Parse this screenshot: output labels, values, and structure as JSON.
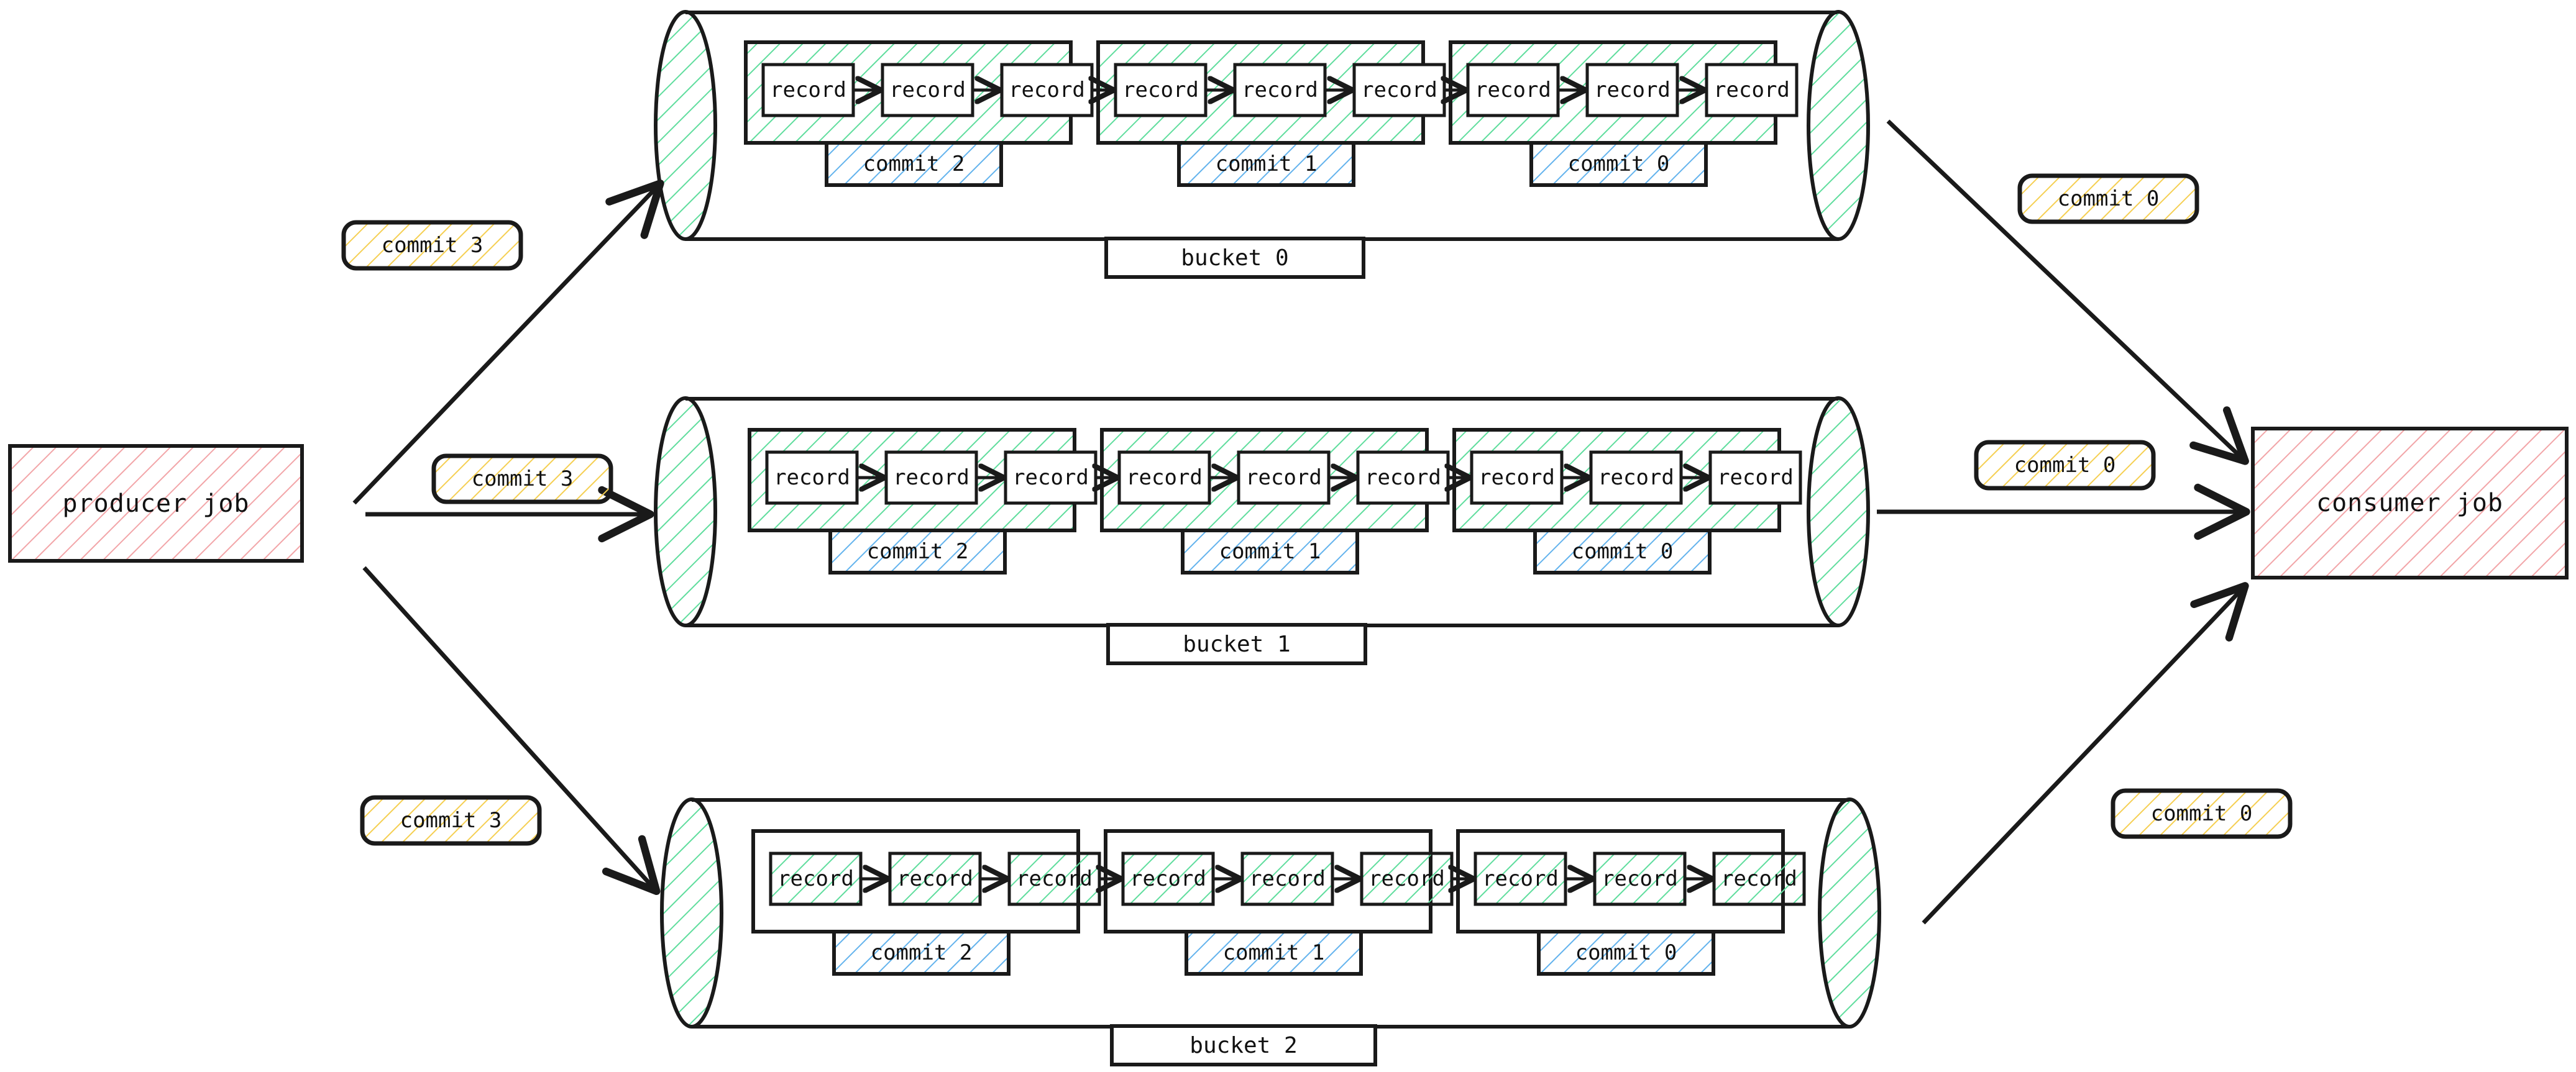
{
  "diagram": {
    "title": "producer job writes commits into buckets consumed by consumer job",
    "colors": {
      "stroke": "#1a1a1a",
      "job_hatch": "#f2a5a8",
      "commit_group_hatch": "#5fdd9d",
      "record_hatch": "#5fdd9d",
      "commit_label_hatch": "#63b3ed",
      "edge_label_hatch": "#f5cf52",
      "background": "#ffffff"
    }
  },
  "producer": {
    "label": "producer job"
  },
  "consumer": {
    "label": "consumer job"
  },
  "record_label": "record",
  "buckets": [
    {
      "name": "bucket 0",
      "style": "group-hatched",
      "commits": [
        {
          "label": "commit 2",
          "records": [
            "record",
            "record",
            "record"
          ]
        },
        {
          "label": "commit 1",
          "records": [
            "record",
            "record",
            "record"
          ]
        },
        {
          "label": "commit 0",
          "records": [
            "record",
            "record",
            "record"
          ]
        }
      ]
    },
    {
      "name": "bucket 1",
      "style": "group-hatched",
      "commits": [
        {
          "label": "commit 2",
          "records": [
            "record",
            "record",
            "record"
          ]
        },
        {
          "label": "commit 1",
          "records": [
            "record",
            "record",
            "record"
          ]
        },
        {
          "label": "commit 0",
          "records": [
            "record",
            "record",
            "record"
          ]
        }
      ]
    },
    {
      "name": "bucket 2",
      "style": "record-hatched",
      "commits": [
        {
          "label": "commit 2",
          "records": [
            "record",
            "record",
            "record"
          ]
        },
        {
          "label": "commit 1",
          "records": [
            "record",
            "record",
            "record"
          ]
        },
        {
          "label": "commit 0",
          "records": [
            "record",
            "record",
            "record"
          ]
        }
      ]
    }
  ],
  "edges": {
    "producer_to_buckets": [
      {
        "label": "commit 3"
      },
      {
        "label": "commit 3"
      },
      {
        "label": "commit 3"
      }
    ],
    "buckets_to_consumer": [
      {
        "label": "commit 0"
      },
      {
        "label": "commit 0"
      },
      {
        "label": "commit 0"
      }
    ]
  }
}
